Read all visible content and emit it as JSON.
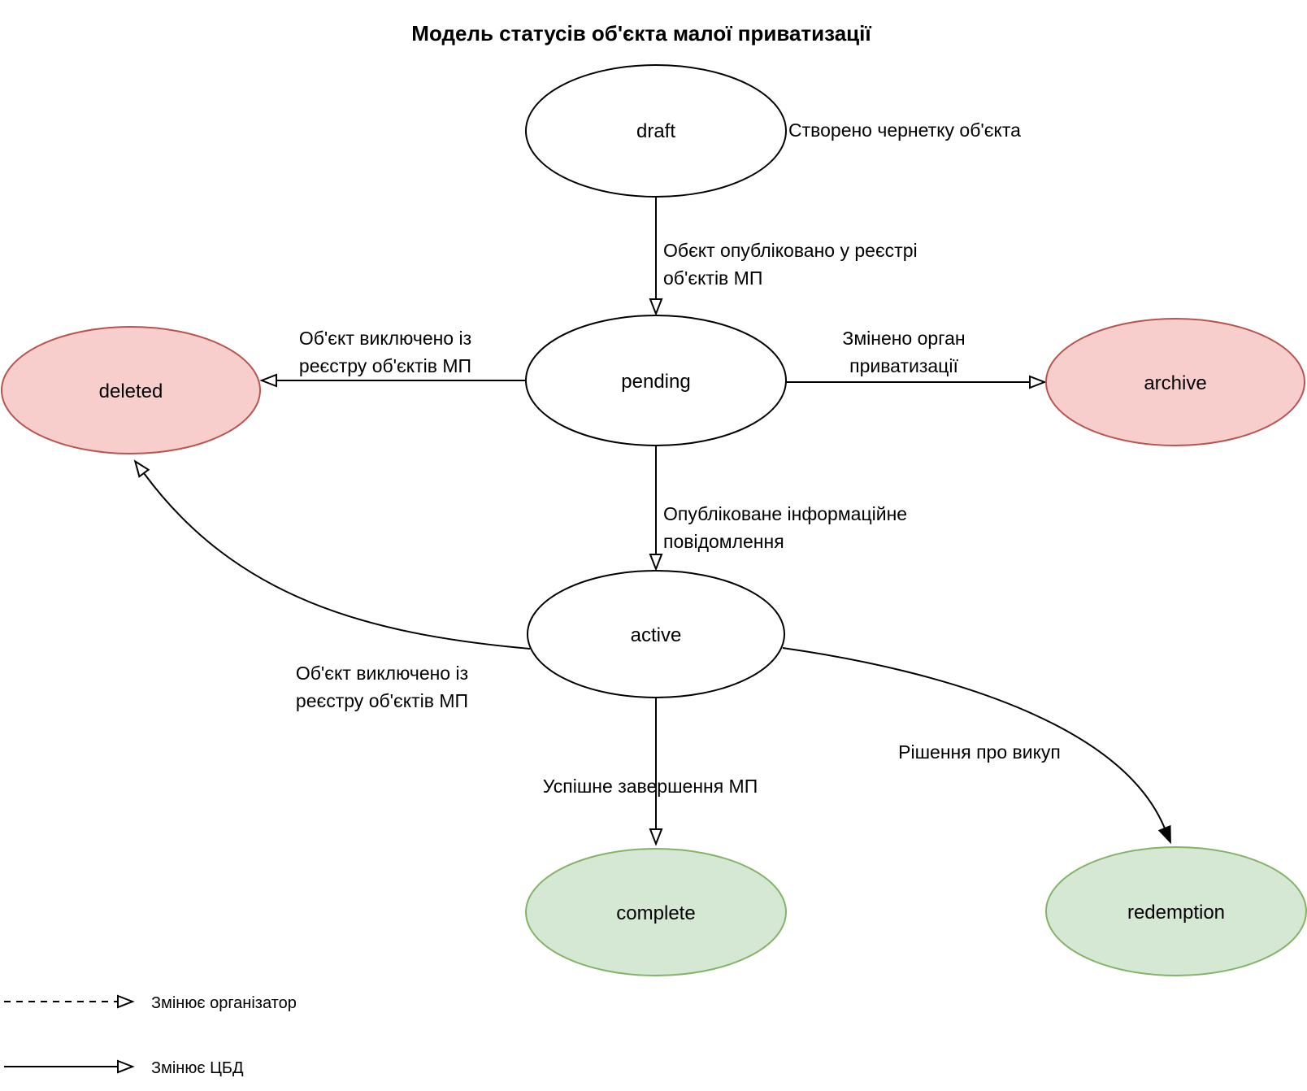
{
  "title": "Модель статусів об'єкта малої приватизації",
  "nodes": {
    "draft": {
      "label": "draft"
    },
    "pending": {
      "label": "pending"
    },
    "active": {
      "label": "active"
    },
    "deleted": {
      "label": "deleted"
    },
    "archive": {
      "label": "archive"
    },
    "complete": {
      "label": "complete"
    },
    "redemption": {
      "label": "redemption"
    }
  },
  "annotations": {
    "draft_note": "Створено чернетку об'єкта"
  },
  "edges": {
    "draft_pending": {
      "line1": "Обєкт опубліковано у реєстрі",
      "line2": "об'єктів МП"
    },
    "pending_deleted": {
      "line1": "Об'єкт виключено із",
      "line2": "реєстру об'єктів МП"
    },
    "pending_archive": {
      "line1": "Змінено орган",
      "line2": "приватизації"
    },
    "pending_active": {
      "line1": "Опубліковане інформаційне",
      "line2": "повідомлення"
    },
    "active_deleted": {
      "line1": "Об'єкт виключено із",
      "line2": "реєстру об'єктів МП"
    },
    "active_complete": {
      "label": "Успішне завершення МП"
    },
    "active_redemption": {
      "label": "Рішення про викуп"
    }
  },
  "legend": {
    "organizer": {
      "label": "Змінює організатор",
      "line_style": "dashed"
    },
    "cdb": {
      "label": "Змінює ЦБД",
      "line_style": "solid"
    }
  },
  "colors": {
    "default_fill": "#ffffff",
    "default_stroke": "#000000",
    "terminal_negative_fill": "#f8cecc",
    "terminal_negative_stroke": "#b85450",
    "terminal_positive_fill": "#d5e8d4",
    "terminal_positive_stroke": "#82b366",
    "text": "#000000"
  }
}
